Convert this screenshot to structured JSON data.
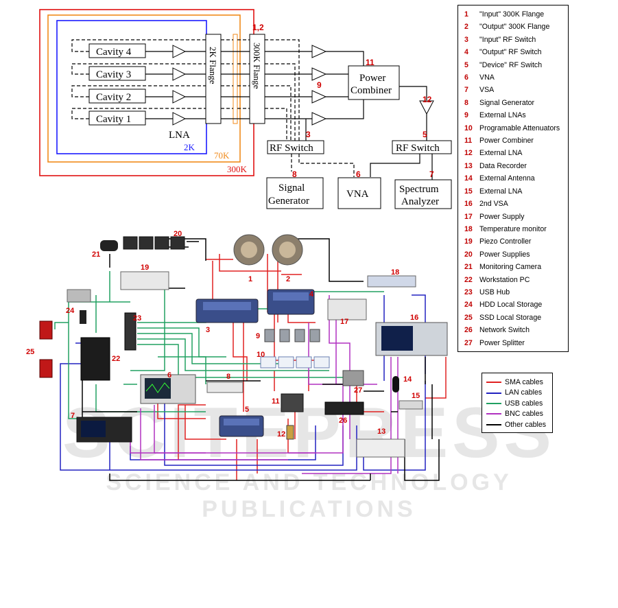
{
  "schematic": {
    "cavities": [
      "Cavity 4",
      "Cavity 3",
      "Cavity 2",
      "Cavity 1"
    ],
    "lna_label": "LNA",
    "flange_2k": "2K Flange",
    "flange_300k": "300K Flange",
    "stage_2k": "2K",
    "stage_70k": "70K",
    "stage_300k": "300K",
    "power_combiner": [
      "Power",
      "Combiner"
    ],
    "rf_switch": "RF Switch",
    "signal_generator": [
      "Signal",
      "Generator"
    ],
    "vna": "VNA",
    "spectrum_analyzer": [
      "Spectrum",
      "Analyzer"
    ],
    "tag_12": "1,2",
    "tag_11": "11",
    "tag_9": "9",
    "tag_3": "3",
    "tag_12b": "12",
    "tag_5": "5",
    "tag_8": "8",
    "tag_6": "6",
    "tag_7": "7"
  },
  "legend": [
    {
      "num": "1",
      "text": "\"Input\" 300K Flange"
    },
    {
      "num": "2",
      "text": "\"Output\" 300K Flange"
    },
    {
      "num": "3",
      "text": "\"Input\" RF Switch"
    },
    {
      "num": "4",
      "text": "\"Output\" RF Switch"
    },
    {
      "num": "5",
      "text": "\"Device\" RF Switch"
    },
    {
      "num": "6",
      "text": "VNA"
    },
    {
      "num": "7",
      "text": "VSA"
    },
    {
      "num": "8",
      "text": "Signal Generator"
    },
    {
      "num": "9",
      "text": "External LNAs"
    },
    {
      "num": "10",
      "text": "Programable Attenuators"
    },
    {
      "num": "11",
      "text": "Power Combiner"
    },
    {
      "num": "12",
      "text": "External LNA"
    },
    {
      "num": "13",
      "text": "Data Recorder"
    },
    {
      "num": "14",
      "text": "External Antenna"
    },
    {
      "num": "15",
      "text": "External LNA"
    },
    {
      "num": "16",
      "text": "2nd VSA"
    },
    {
      "num": "17",
      "text": "Power Supply"
    },
    {
      "num": "18",
      "text": "Temperature monitor"
    },
    {
      "num": "19",
      "text": "Piezo Controller"
    },
    {
      "num": "20",
      "text": "Power Supplies"
    },
    {
      "num": "21",
      "text": "Monitoring Camera"
    },
    {
      "num": "22",
      "text": "Workstation PC"
    },
    {
      "num": "23",
      "text": "USB Hub"
    },
    {
      "num": "24",
      "text": "HDD Local Storage"
    },
    {
      "num": "25",
      "text": "SSD Local Storage"
    },
    {
      "num": "26",
      "text": "Network Switch"
    },
    {
      "num": "27",
      "text": "Power Splitter"
    }
  ],
  "cables": [
    {
      "label": "SMA cables",
      "color": "#e02020"
    },
    {
      "label": "LAN cables",
      "color": "#2020c0"
    },
    {
      "label": "USB cables",
      "color": "#20a060"
    },
    {
      "label": "BNC cables",
      "color": "#b030c0"
    },
    {
      "label": "Other cables",
      "color": "#000000"
    }
  ],
  "photo_tags": [
    "1",
    "2",
    "3",
    "4",
    "5",
    "6",
    "7",
    "8",
    "9",
    "10",
    "11",
    "12",
    "13",
    "14",
    "15",
    "16",
    "17",
    "18",
    "19",
    "20",
    "21",
    "22",
    "23",
    "24",
    "25",
    "26",
    "27"
  ],
  "watermark": {
    "main": "SCITEPRESS",
    "sub": "SCIENCE AND TECHNOLOGY PUBLICATIONS"
  },
  "colors": {
    "tag": "#d00000",
    "stage_2k": "#1a1aff",
    "stage_70k": "#f08a1a",
    "stage_300k": "#e01010"
  }
}
